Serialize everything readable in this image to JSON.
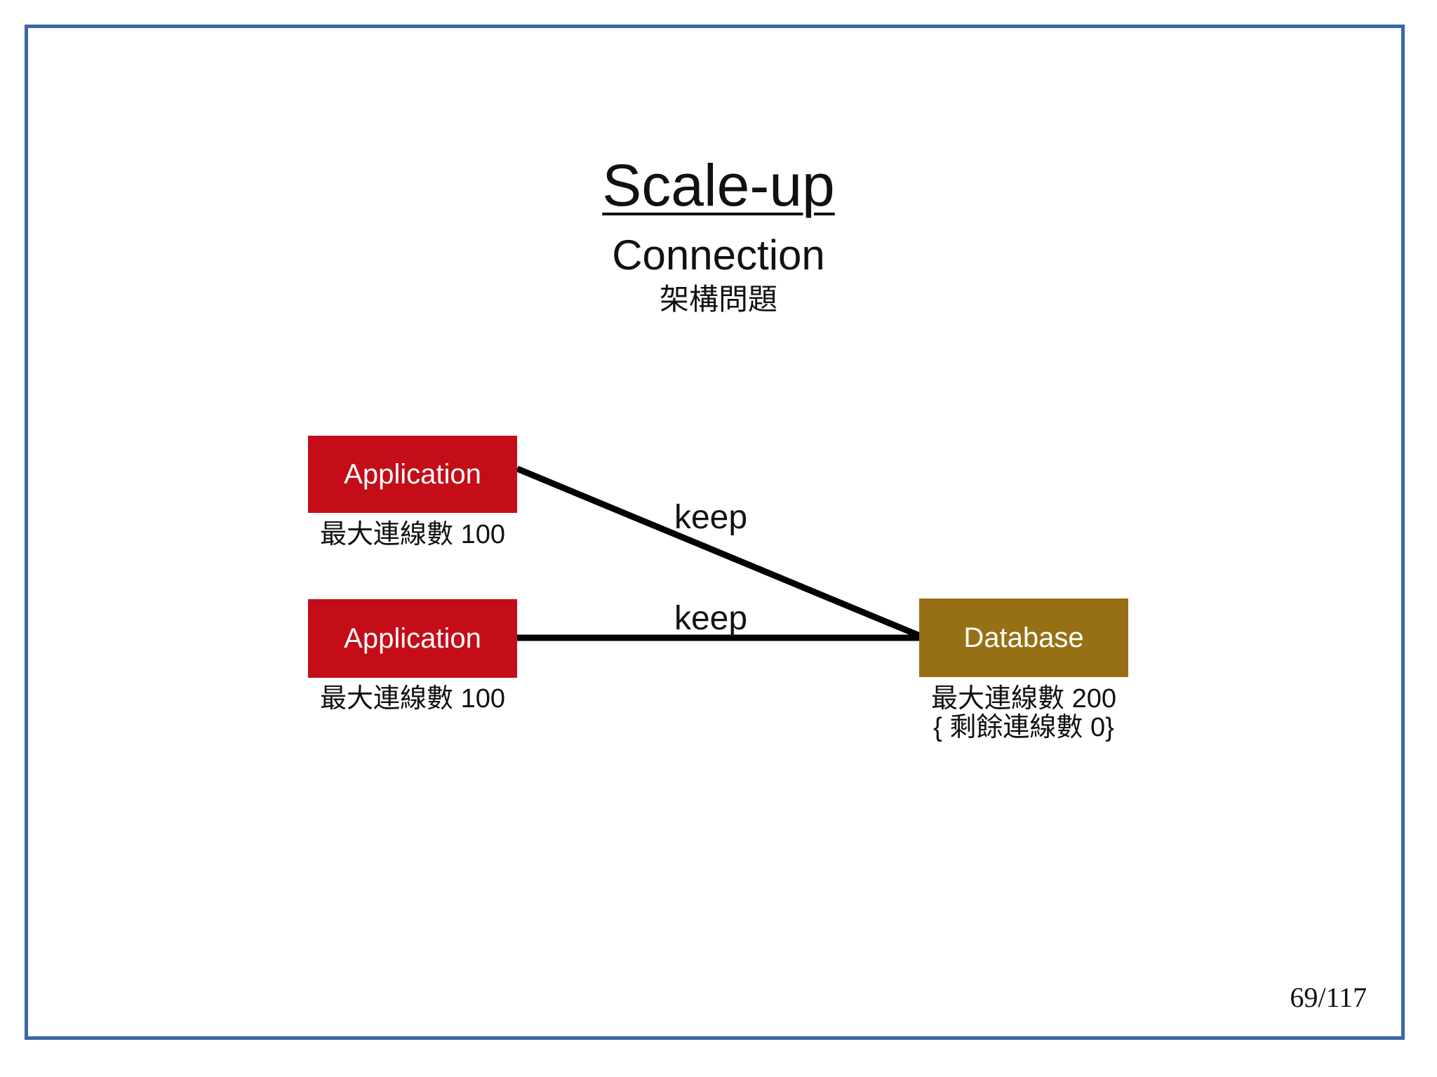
{
  "slide": {
    "title": "Scale-up",
    "subtitle": "Connection",
    "subtitle_cjk": "架構問題",
    "page_number": "69/117"
  },
  "diagram": {
    "nodes": [
      {
        "id": "app1",
        "label": "Application",
        "caption": "最大連線數 100",
        "color": "#c40d18"
      },
      {
        "id": "app2",
        "label": "Application",
        "caption": "最大連線數 100",
        "color": "#c40d18"
      },
      {
        "id": "db",
        "label": "Database",
        "caption": "最大連線數 200",
        "caption2": "{ 剩餘連線數 0}",
        "color": "#977015"
      }
    ],
    "edges": [
      {
        "from": "app1",
        "to": "db",
        "label": "keep"
      },
      {
        "from": "app2",
        "to": "db",
        "label": "keep"
      }
    ]
  },
  "colors": {
    "slide_border": "#3a67a6",
    "application_box": "#c40d18",
    "database_box": "#977015",
    "connection_line": "#000000",
    "text": "#111111"
  }
}
